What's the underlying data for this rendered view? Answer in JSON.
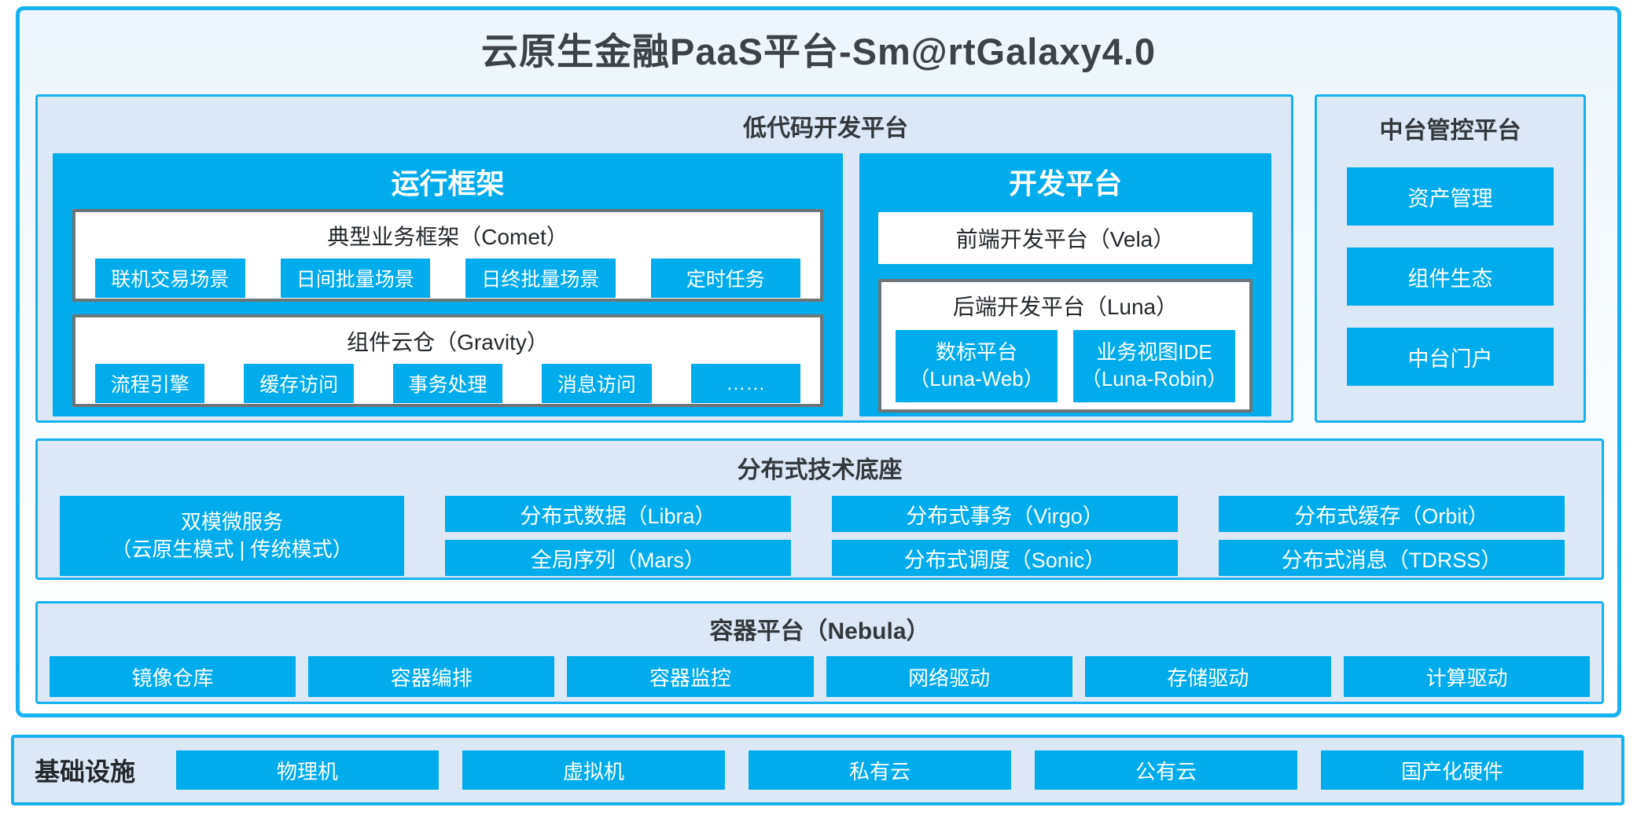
{
  "title": "云原生金融PaaS平台-Sm@rtGalaxy4.0",
  "colors": {
    "accent_blue": "#00ACEC",
    "panel_background": "#DCE8F5",
    "blue_border": "#16B1EF",
    "gray_box_border": "#6F7478",
    "dark_text": "#33383D"
  },
  "lowcode": {
    "header": "低代码开发平台",
    "run_framework": {
      "title": "运行框架",
      "comet": {
        "title": "典型业务框架（Comet）",
        "items": [
          "联机交易场景",
          "日间批量场景",
          "日终批量场景",
          "定时任务"
        ]
      },
      "gravity": {
        "title": "组件云仓（Gravity）",
        "items": [
          "流程引擎",
          "缓存访问",
          "事务处理",
          "消息访问",
          "……"
        ]
      }
    },
    "dev_platform": {
      "title": "开发平台",
      "frontend": "前端开发平台（Vela）",
      "backend": {
        "title": "后端开发平台（Luna）",
        "items": [
          {
            "line1": "数标平台",
            "line2": "（Luna-Web）"
          },
          {
            "line1": "业务视图IDE",
            "line2": "（Luna-Robin）"
          }
        ]
      }
    }
  },
  "mgmt": {
    "header": "中台管控平台",
    "items": [
      "资产管理",
      "组件生态",
      "中台门户"
    ]
  },
  "distributed": {
    "header": "分布式技术底座",
    "dual_mode": {
      "line1": "双模微服务",
      "line2": "（云原生模式 | 传统模式）"
    },
    "row1": [
      "分布式数据（Libra）",
      "分布式事务（Virgo）",
      "分布式缓存（Orbit）"
    ],
    "row2": [
      "全局序列（Mars）",
      "分布式调度（Sonic）",
      "分布式消息（TDRSS）"
    ]
  },
  "container_platform": {
    "header": "容器平台（Nebula）",
    "items": [
      "镜像仓库",
      "容器编排",
      "容器监控",
      "网络驱动",
      "存储驱动",
      "计算驱动"
    ]
  },
  "infrastructure": {
    "label": "基础设施",
    "items": [
      "物理机",
      "虚拟机",
      "私有云",
      "公有云",
      "国产化硬件"
    ]
  }
}
